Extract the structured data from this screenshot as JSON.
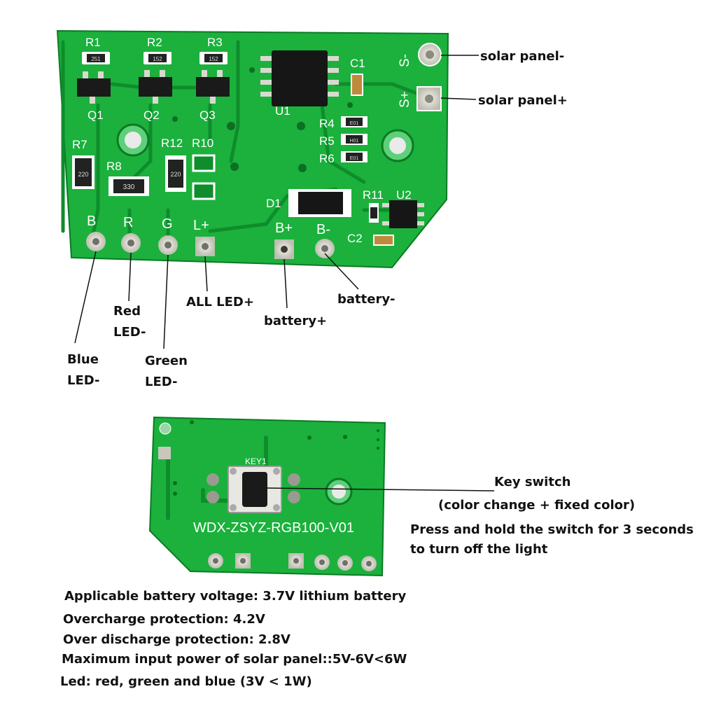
{
  "board1": {
    "refs": {
      "r1": "R1",
      "r2": "R2",
      "r3": "R3",
      "q1": "Q1",
      "q2": "Q2",
      "q3": "Q3",
      "u1": "U1",
      "c1": "C1",
      "r4": "R4",
      "r5": "R5",
      "r6": "R6",
      "r7": "R7",
      "r8": "R8",
      "r12": "R12",
      "r10": "R10",
      "d1": "D1",
      "r11": "R11",
      "u2": "U2",
      "c2": "C2",
      "s_minus": "S-",
      "s_plus": "S+"
    },
    "codes": {
      "r1": "251",
      "r2": "152",
      "r3": "152",
      "r7": "220",
      "r8": "330",
      "r12": "220",
      "r4": "E01",
      "r5": "H01",
      "r6": "E01"
    },
    "pads": {
      "b": "B",
      "r": "R",
      "g": "G",
      "lplus": "L+",
      "bplus": "B+",
      "bminus": "B-"
    }
  },
  "board2": {
    "key_label": "KEY1",
    "model": "WDX-ZSYZ-RGB100-V01"
  },
  "labels": {
    "solar_minus": "solar panel-",
    "solar_plus": "solar panel+",
    "blue_led_1": "Blue",
    "blue_led_2": "LED-",
    "red_led_1": "Red",
    "red_led_2": "LED-",
    "green_led_1": "Green",
    "green_led_2": "LED-",
    "all_led": "ALL LED+",
    "battery_plus": "battery+",
    "battery_minus": "battery-",
    "key_switch": "Key switch",
    "key_mode": "(color change + fixed color)",
    "hold_1": "Press and hold the switch for 3 seconds",
    "hold_2": "to turn off the light"
  },
  "specs": {
    "line1": "Applicable battery voltage: 3.7V lithium battery",
    "line2": "Overcharge protection: 4.2V",
    "line3": "Over discharge protection: 2.8V",
    "line4": "Maximum input power of solar panel::5V-6V<6W",
    "line5": "Led: red, green and blue (3V < 1W)"
  },
  "colors": {
    "pcb_green": "#1bb13c",
    "trace_green": "#0f8c2b",
    "silk": "#ffffff",
    "pad": "#d9d9cf",
    "chip": "#1a1a1a",
    "text": "#111111"
  }
}
